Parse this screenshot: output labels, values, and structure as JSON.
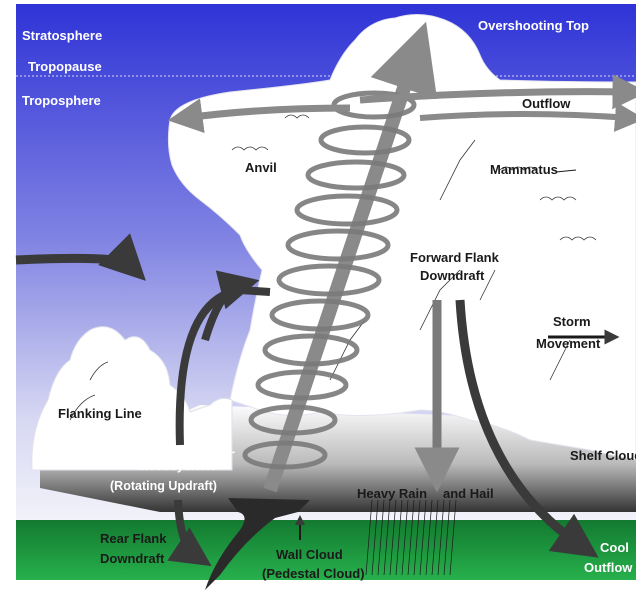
{
  "diagram": {
    "labels": {
      "stratosphere": "Stratosphere",
      "tropopause": "Tropopause",
      "troposphere": "Troposphere",
      "overshooting_top": "Overshooting Top",
      "outflow": "Outflow",
      "anvil": "Anvil",
      "mammatus": "Mammatus",
      "forward_flank_1": "Forward Flank",
      "forward_flank_2": "Downdraft",
      "storm_movement_1": "Storm",
      "storm_movement_2": "Movement",
      "flanking_line": "Flanking Line",
      "shelf_cloud": "Shelf Cloud",
      "mesocyclone_1": "Mesocyclone",
      "mesocyclone_2": "(Rotating Updraft)",
      "heavy_rain": "Heavy Rain",
      "and_hail": "and Hail",
      "rear_flank_1": "Rear Flank",
      "rear_flank_2": "Downdraft",
      "wall_cloud_1": "Wall Cloud",
      "wall_cloud_2": "(Pedestal Cloud)",
      "cool_outflow_1": "Cool",
      "cool_outflow_2": "Outflow"
    },
    "colors": {
      "sky_top": "#2f33d6",
      "sky_mid": "#8c8ee6",
      "sky_bottom": "#e8e8f6",
      "ground": "#1f9a3f",
      "cloud": "#ffffff",
      "arrow_dark": "#3a3a3a",
      "arrow_gray": "#8a8a8a"
    }
  }
}
